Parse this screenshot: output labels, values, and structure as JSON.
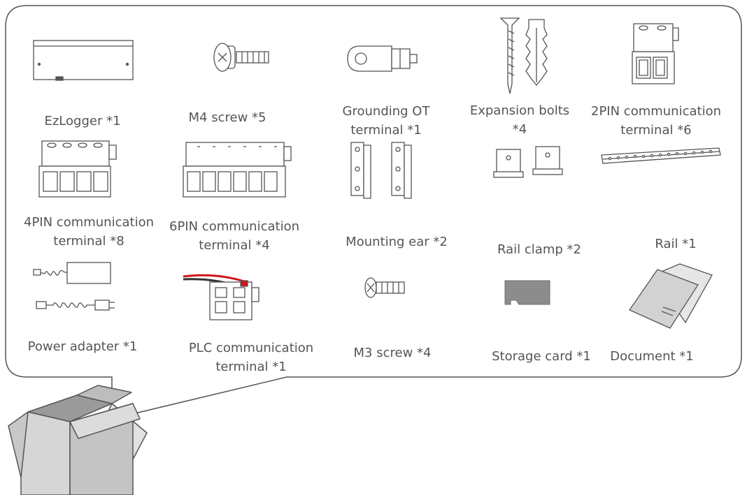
{
  "items": [
    {
      "id": "ezlogger",
      "lines": [
        "EzLogger *1"
      ],
      "icon": "ezlogger-icon"
    },
    {
      "id": "m4-screw",
      "lines": [
        "M4 screw *5"
      ],
      "icon": "m4-screw-icon"
    },
    {
      "id": "grounding-ot",
      "lines": [
        "Grounding OT",
        "terminal *1"
      ],
      "icon": "grounding-ot-terminal-icon"
    },
    {
      "id": "expansion-bolts",
      "lines": [
        "Expansion bolts",
        "*4"
      ],
      "icon": "expansion-bolts-icon"
    },
    {
      "id": "2pin",
      "lines": [
        "2PIN communication",
        "terminal *6"
      ],
      "icon": "2pin-terminal-icon"
    },
    {
      "id": "4pin",
      "lines": [
        "4PIN communication",
        "terminal *8"
      ],
      "icon": "4pin-terminal-icon"
    },
    {
      "id": "6pin",
      "lines": [
        "6PIN communication",
        "terminal *4"
      ],
      "icon": "6pin-terminal-icon"
    },
    {
      "id": "mounting-ear",
      "lines": [
        "Mounting ear *2"
      ],
      "icon": "mounting-ear-icon"
    },
    {
      "id": "rail-clamp",
      "lines": [
        "Rail clamp *2"
      ],
      "icon": "rail-clamp-icon"
    },
    {
      "id": "rail",
      "lines": [
        "Rail *1"
      ],
      "icon": "rail-icon"
    },
    {
      "id": "power-adapter",
      "lines": [
        "Power adapter *1"
      ],
      "icon": "power-adapter-icon"
    },
    {
      "id": "plc",
      "lines": [
        "PLC communication",
        "terminal *1"
      ],
      "icon": "plc-terminal-icon"
    },
    {
      "id": "m3-screw",
      "lines": [
        "M3 screw *4"
      ],
      "icon": "m3-screw-icon"
    },
    {
      "id": "storage-card",
      "lines": [
        "Storage card *1"
      ],
      "icon": "storage-card-icon"
    },
    {
      "id": "document",
      "lines": [
        "Document *1"
      ],
      "icon": "document-icon"
    }
  ],
  "colors": {
    "line": "#555555",
    "text": "#555555",
    "box": "#d6d6d6",
    "card": "#8c8c8c",
    "wire_red": "#d0141c"
  }
}
